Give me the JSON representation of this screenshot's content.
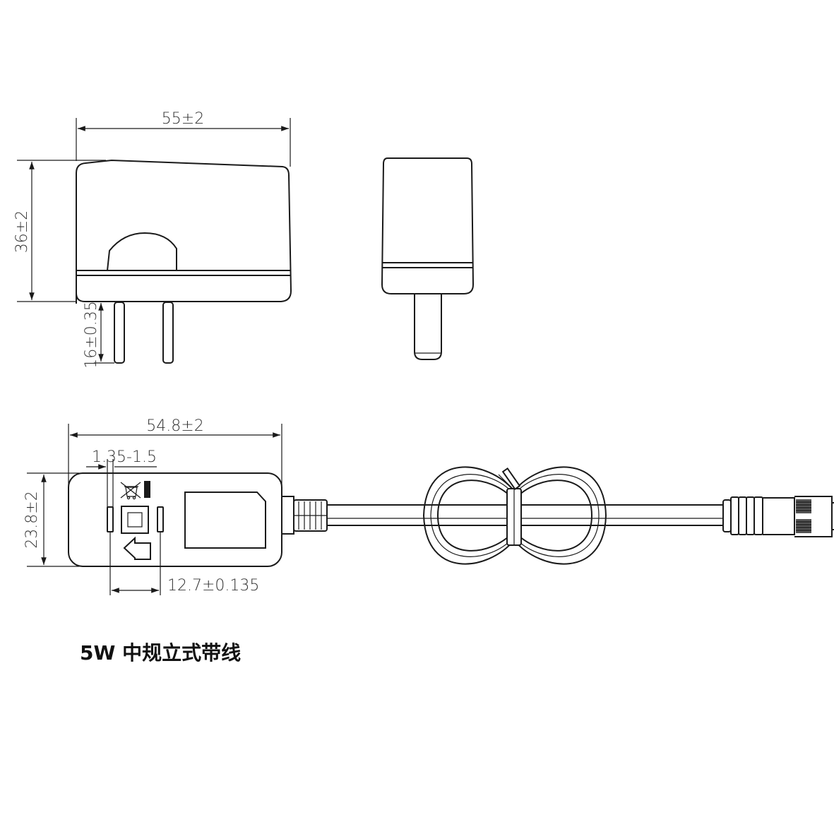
{
  "caption": "5W 中规立式带线",
  "dimensions": {
    "top_width": "55±2",
    "top_height": "36±2",
    "pin_length": "16±0.35",
    "bottom_width": "54.8±2",
    "pin_thickness": "1.35-1.5",
    "bottom_height": "23.8±2",
    "pin_spacing": "12.7±0.135"
  }
}
